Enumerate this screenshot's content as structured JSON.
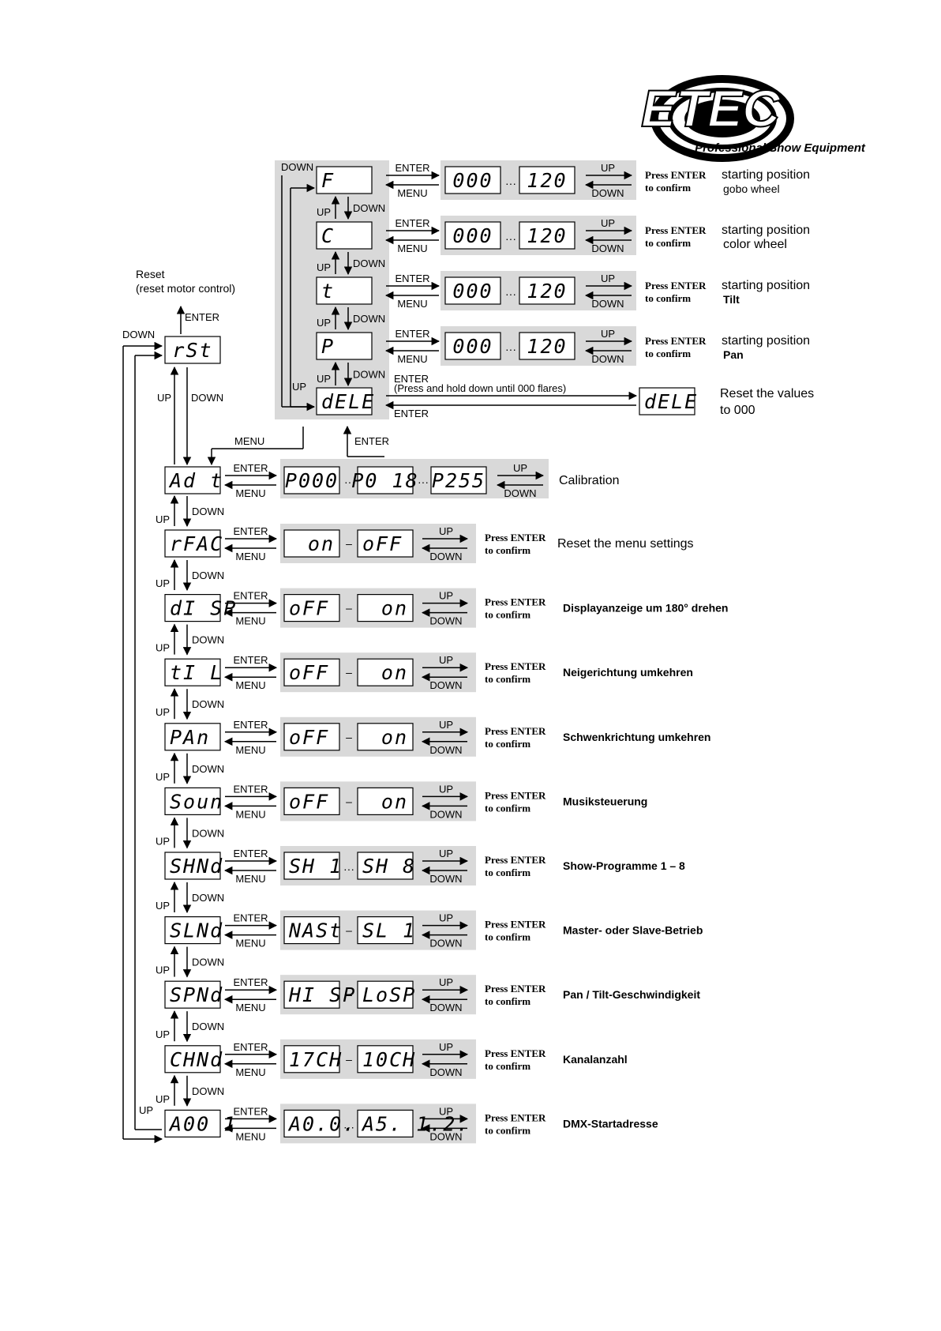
{
  "logo": {
    "brand": "ETEC",
    "tagline": "Professional Show Equipment"
  },
  "labels": {
    "enter": "ENTER",
    "menu": "MENU",
    "up": "UP",
    "down": "DOWN",
    "ellipsis": "···",
    "dash": "–"
  },
  "reset": {
    "title": "Reset",
    "subtitle": "(reset motor control)",
    "display": "rSt"
  },
  "adjust": {
    "display": "Ad t",
    "values": [
      "P000",
      "P0 18",
      "P255"
    ],
    "description": "Calibration",
    "sub": [
      {
        "display": "F",
        "values": [
          "000",
          "120"
        ],
        "confirm1": "Press ENTER",
        "confirm2": "to confirm",
        "desc1": "starting position",
        "desc2": "gobo wheel"
      },
      {
        "display": "C",
        "values": [
          "000",
          "120"
        ],
        "confirm1": "Press ENTER",
        "confirm2": "to confirm",
        "desc1": "starting position",
        "desc2": "color wheel"
      },
      {
        "display": "t",
        "values": [
          "000",
          "120"
        ],
        "confirm1": "Press ENTER",
        "confirm2": "to confirm",
        "desc1": "starting position",
        "desc2": "Tilt"
      },
      {
        "display": "P",
        "values": [
          "000",
          "120"
        ],
        "confirm1": "Press ENTER",
        "confirm2": "to confirm",
        "desc1": "starting position",
        "desc2": "Pan"
      }
    ],
    "dele": {
      "display": "dELE",
      "result": "dELE",
      "hold_note": "(Press and hold down until 000 flares)",
      "desc1": "Reset the values",
      "desc2": "to 000"
    }
  },
  "menu_items": [
    {
      "display": "rFAC",
      "opt1": "on",
      "opt2": "oFF",
      "sep": "dash",
      "confirm1": "Press ENTER",
      "confirm2": "to confirm",
      "description": "Reset the menu settings",
      "style": "plain"
    },
    {
      "display": "dI SP",
      "opt1": "oFF",
      "opt2": "on",
      "sep": "dash",
      "confirm1": "Press ENTER",
      "confirm2": "to confirm",
      "description": "Displayanzeige um 180° drehen",
      "style": "bold"
    },
    {
      "display": "tI L",
      "opt1": "oFF",
      "opt2": "on",
      "sep": "dash",
      "confirm1": "Press ENTER",
      "confirm2": "to confirm",
      "description": "Neigerichtung umkehren",
      "style": "bold"
    },
    {
      "display": "PAn",
      "opt1": "oFF",
      "opt2": "on",
      "sep": "dash",
      "confirm1": "Press ENTER",
      "confirm2": "to confirm",
      "description": "Schwenkrichtung umkehren",
      "style": "bold"
    },
    {
      "display": "Soun",
      "opt1": "oFF",
      "opt2": "on",
      "sep": "dash",
      "confirm1": "Press ENTER",
      "confirm2": "to confirm",
      "description": "Musiksteuerung",
      "style": "bold"
    },
    {
      "display": "SHNd",
      "opt1": "SH  1",
      "opt2": "SH  8",
      "sep": "dots",
      "confirm1": "Press ENTER",
      "confirm2": "to confirm",
      "description": "Show-Programme 1 – 8",
      "style": "bold"
    },
    {
      "display": "SLNd",
      "opt1": "NASt",
      "opt2": "SL  1",
      "sep": "dash",
      "confirm1": "Press ENTER",
      "confirm2": "to confirm",
      "description": "Master- oder Slave-Betrieb",
      "style": "bold"
    },
    {
      "display": "SPNd",
      "opt1": "HI SP",
      "opt2": "LoSP",
      "sep": "dash",
      "confirm1": "Press ENTER",
      "confirm2": "to confirm",
      "description": "Pan / Tilt-Geschwindigkeit",
      "style": "bold"
    },
    {
      "display": "CHNd",
      "opt1": "17CH",
      "opt2": "10CH",
      "sep": "dash",
      "confirm1": "Press ENTER",
      "confirm2": "to confirm",
      "description": "Kanalanzahl",
      "style": "bold"
    },
    {
      "display": "A00 1",
      "opt1": "A0.0. 1.",
      "opt2": "A5. 1.2.",
      "sep": "dots",
      "confirm1": "Press ENTER",
      "confirm2": "to confirm",
      "description": "DMX-Startadresse",
      "style": "bold"
    }
  ]
}
